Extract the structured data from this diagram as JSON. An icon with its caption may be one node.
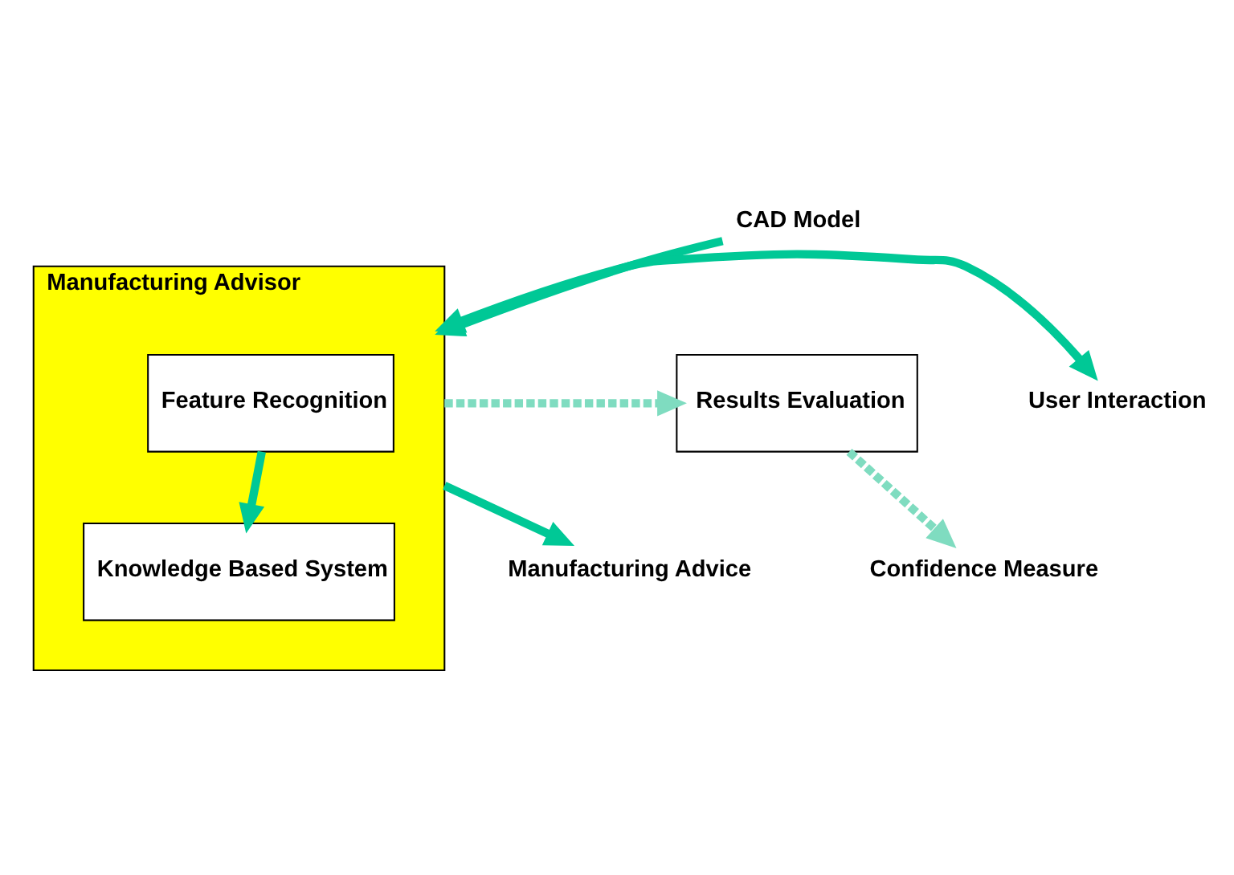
{
  "diagram": {
    "nodes": [
      {
        "text": [
          "CAD Model"
        ]
      },
      {
        "text": [
          "Manufacturing Advisor"
        ]
      },
      {
        "text": [
          "Feature Recognition"
        ],
        "in": 1
      },
      {
        "text": [
          "Knowledge Based System"
        ],
        "in": 1
      },
      {
        "text": [
          "Results Evaluation"
        ]
      },
      {
        "text": [
          "Confidence Measure"
        ]
      },
      {
        "text": [
          "User Interaction"
        ]
      },
      {
        "text": [
          "Manufacturing Advice"
        ]
      }
    ],
    "edges": [
      {
        "from": 0,
        "to": 1,
        "arrow": "to"
      },
      {
        "from": 2,
        "to": 3,
        "arrow": "to"
      },
      {
        "from": 6,
        "to": 1,
        "arrow": "both"
      },
      {
        "from": 1,
        "to": 4,
        "arrow": "to",
        "style": "dashed",
        "color": "#7fdcc0"
      },
      {
        "from": 4,
        "to": 5,
        "arrow": "to",
        "style": "dashed",
        "color": "#7fdcc0"
      },
      {
        "from": 1,
        "to": 7,
        "arrow": "to"
      }
    ]
  }
}
